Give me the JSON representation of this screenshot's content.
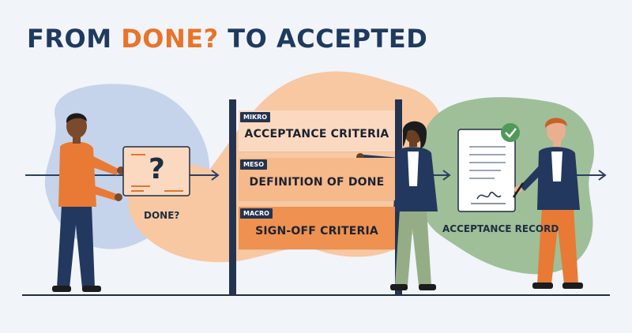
{
  "title": {
    "part1": "FROM ",
    "highlight": "DONE?",
    "part2": " TO ACCEPTED"
  },
  "left_card": {
    "symbol": "?",
    "caption": "DONE?"
  },
  "boards": [
    {
      "tag": "MIKRO",
      "label": "ACCEPTANCE CRITERIA",
      "color": "#fbd9c0"
    },
    {
      "tag": "MESO",
      "label": "DEFINITION OF DONE",
      "color": "#f6b98a"
    },
    {
      "tag": "MACRO",
      "label": "SIGN-OFF CRITERIA",
      "color": "#ef9150"
    }
  ],
  "right_doc": {
    "caption": "ACCEPTANCE RECORD",
    "check_color": "#4f9a5a"
  },
  "colors": {
    "navy": "#1f3a5f",
    "orange": "#e8742a",
    "blue_blob": "#c5d4ea",
    "orange_blob": "#f7c8a2",
    "green_blob": "#9fbf98",
    "background": "#f1f4f9"
  }
}
